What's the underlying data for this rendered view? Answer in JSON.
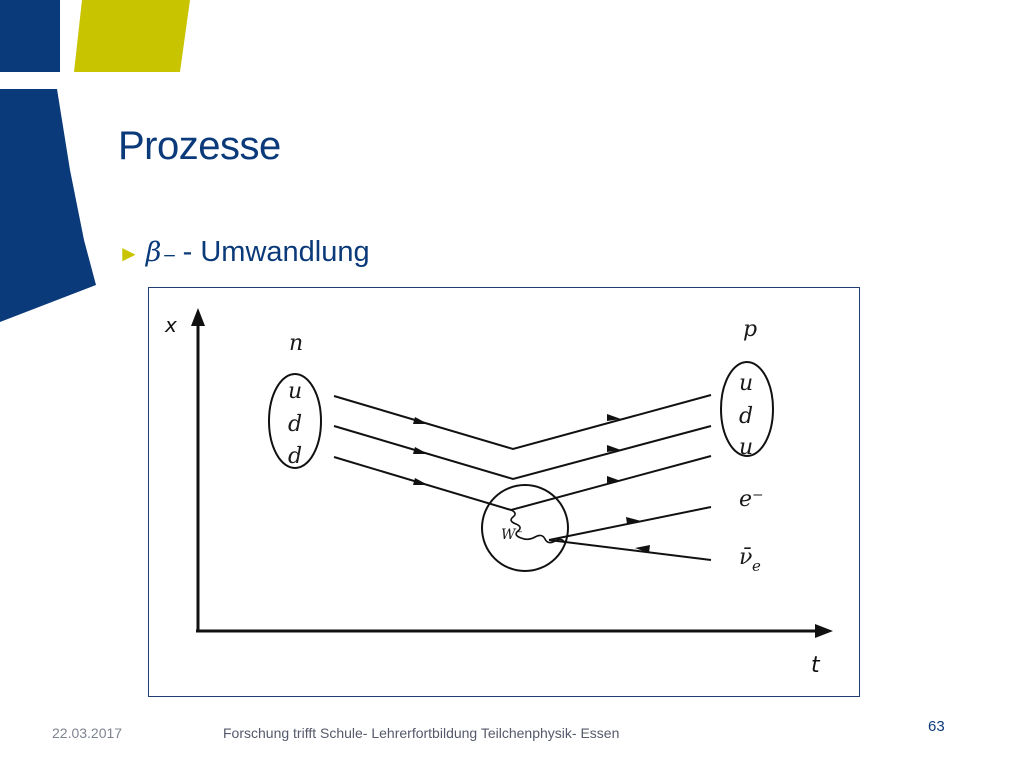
{
  "slide": {
    "title": "Prozesse",
    "bullet": {
      "symbol": "β",
      "superscript": "−",
      "text": "- Umwandlung"
    },
    "footer": {
      "date": "22.03.2017",
      "text": "Forschung trifft Schule- Lehrerfortbildung Teilchenphysik- Essen",
      "page": "63"
    }
  },
  "colors": {
    "navy": "#0b3a7a",
    "olive": "#c9c400"
  },
  "diagram": {
    "axis_x_label": "x",
    "axis_t_label": "t",
    "initial_particle": "n",
    "initial_quarks": [
      "u",
      "d",
      "d"
    ],
    "final_particle": "p",
    "final_quarks": [
      "u",
      "d",
      "u"
    ],
    "boson": "W⁻",
    "electron": "e⁻",
    "antineutrino": "ν̄",
    "antineutrino_subscript": "e"
  }
}
